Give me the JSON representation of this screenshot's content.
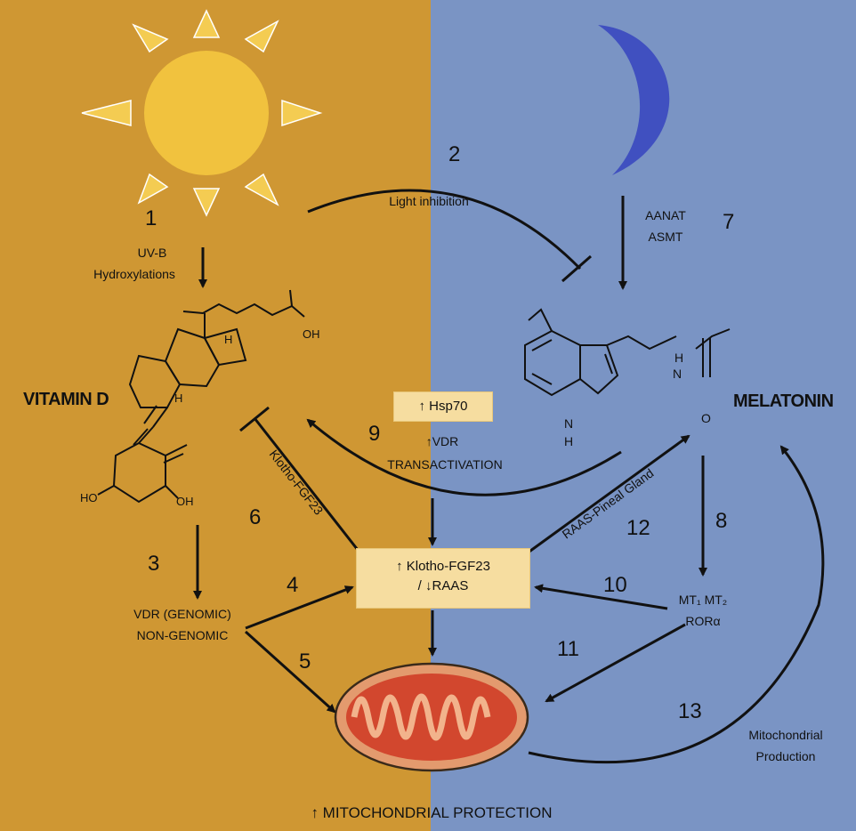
{
  "colors": {
    "left_bg": "#CF9733",
    "right_bg": "#7A94C4",
    "sun": "#F1C23E",
    "moon": "#4050C0",
    "box": "#F6DDA0",
    "mito_outer": "#E39A6E",
    "mito_inner": "#D2472E"
  },
  "icons": [
    "sun-icon",
    "moon-icon",
    "mitochondrion-icon",
    "vitamin-d-structure",
    "melatonin-structure"
  ],
  "steps": {
    "s1": "1",
    "s2": "2",
    "s3": "3",
    "s4": "4",
    "s5": "5",
    "s6": "6",
    "s7": "7",
    "s8": "8",
    "s9": "9",
    "s10": "10",
    "s11": "11",
    "s12": "12",
    "s13": "13"
  },
  "labels": {
    "uvb": "UV-B",
    "hydroxylations": "Hydroxylations",
    "light_inhibition": "Light inhibition",
    "aanat": "AANAT",
    "asmt": "ASMT",
    "vitamin_d": "VITAMIN D",
    "melatonin": "MELATONIN",
    "hsp70": "↑ Hsp70",
    "vdr_up": "↑VDR",
    "transactivation": "TRANSACTIVATION",
    "klotho_rot": "Klotho-FGF23",
    "raas_pineal": "RAAS-Pineal Gland",
    "klotho_box_line1": "↑ Klotho-FGF23",
    "klotho_box_line2": "/ ↓RAAS",
    "vdr_genomic": "VDR (GENOMIC)",
    "non_genomic": "NON-GENOMIC",
    "receptors_line1": "MT₁ MT₂",
    "receptors_line2": "RORα",
    "mito_production_1": "Mitochondrial",
    "mito_production_2": "Production",
    "mito_protection": "↑ MITOCHONDRIAL PROTECTION"
  },
  "chem": {
    "oh_top": "OH",
    "h1": "H",
    "h2": "H",
    "ho": "HO",
    "oh_bottom": "OH",
    "mel_h": "H",
    "mel_n": "N",
    "mel_o": "O",
    "indole_n": "N",
    "indole_h": "H"
  }
}
